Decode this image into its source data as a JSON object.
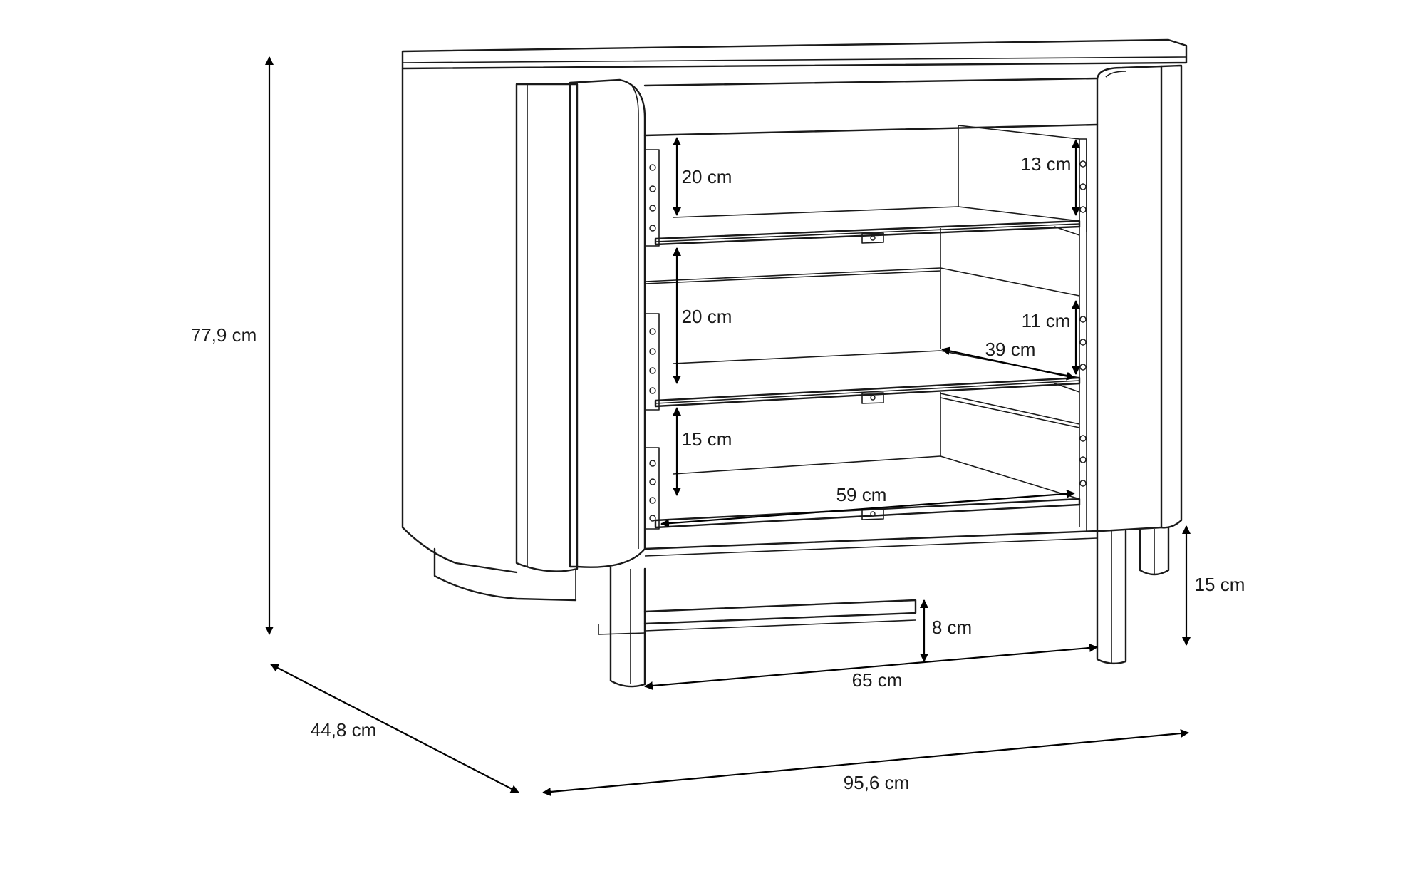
{
  "dimensions": {
    "height": "77,9 cm",
    "depth": "44,8 cm",
    "width": "95,6 cm",
    "leg_height": "15 cm",
    "base_clearance": "8 cm",
    "inner_width": "65 cm",
    "top_compartment": "20 cm",
    "middle_compartment": "20 cm",
    "bottom_compartment": "15 cm",
    "upper_side_depth": "13 cm",
    "middle_side_depth": "11 cm",
    "shelf_depth": "39 cm",
    "shelf_width": "59 cm"
  },
  "colors": {
    "line": "#1a1a1a",
    "background": "#ffffff"
  }
}
